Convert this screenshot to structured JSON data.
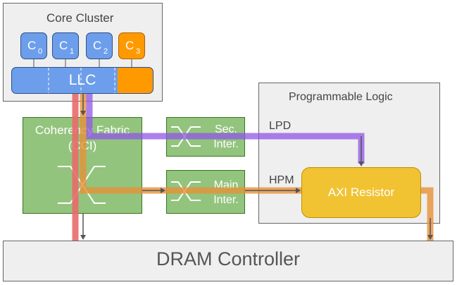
{
  "core_cluster": {
    "title": "Core Cluster",
    "cores": [
      {
        "label": "C",
        "sub": "0",
        "color": "#6d9eeb"
      },
      {
        "label": "C",
        "sub": "1",
        "color": "#6d9eeb"
      },
      {
        "label": "C",
        "sub": "2",
        "color": "#6d9eeb"
      },
      {
        "label": "C",
        "sub": "3",
        "color": "#ff9900"
      }
    ],
    "llc_label": "LLC"
  },
  "coherency_fabric": {
    "line1": "Coherency Fabric",
    "line2": "(CCI)"
  },
  "sec_inter": {
    "line1": "Sec.",
    "line2": "Inter."
  },
  "main_inter": {
    "line1": "Main",
    "line2": "Inter."
  },
  "programmable_logic": {
    "title": "Programmable Logic",
    "lpd_label": "LPD",
    "hpm_label": "HPM"
  },
  "axi_resistor": {
    "label": "AXI Resistor",
    "color": "#f1c232"
  },
  "dram_controller": {
    "label": "DRAM Controller"
  },
  "flow_colors": {
    "red": "#ea6b6b",
    "purple": "#8f55e6",
    "orange": "#e69138"
  }
}
